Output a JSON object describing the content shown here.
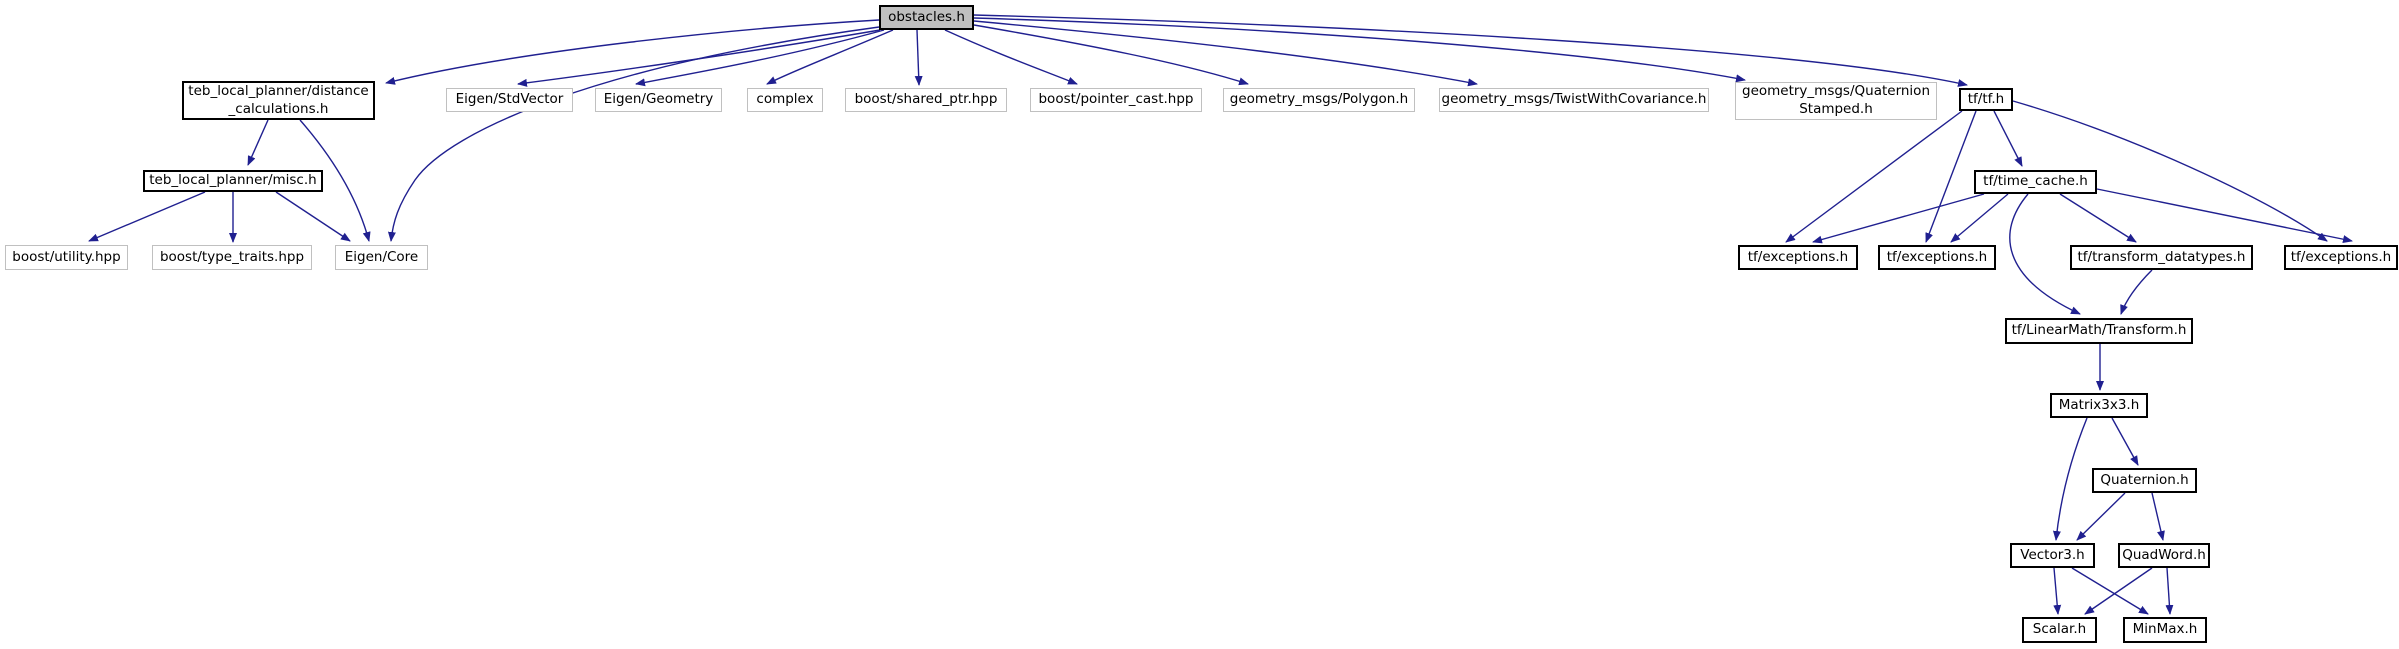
{
  "diagram": {
    "type": "include-dependency-graph",
    "root": "obstacles.h",
    "colors": {
      "edge": "#202090",
      "node_fill": "#ffffff",
      "root_fill": "#bfbfbf",
      "linked_node_border": "#000000",
      "external_node_border": "#c0c0c0",
      "text": "#000000",
      "background": "#ffffff"
    }
  },
  "nodes": {
    "obstacles": {
      "label": "obstacles.h"
    },
    "distance": {
      "label": "teb_local_planner/distance\n_calculations.h"
    },
    "stdvector": {
      "label": "Eigen/StdVector"
    },
    "geometry": {
      "label": "Eigen/Geometry"
    },
    "complex": {
      "label": "complex"
    },
    "sharedptr": {
      "label": "boost/shared_ptr.hpp"
    },
    "pointercast": {
      "label": "boost/pointer_cast.hpp"
    },
    "polygon": {
      "label": "geometry_msgs/Polygon.h"
    },
    "twist": {
      "label": "geometry_msgs/TwistWithCovariance.h"
    },
    "quatstamped": {
      "label": "geometry_msgs/Quaternion\nStamped.h"
    },
    "tf": {
      "label": "tf/tf.h"
    },
    "misc": {
      "label": "teb_local_planner/misc.h"
    },
    "timecache": {
      "label": "tf/time_cache.h"
    },
    "utility": {
      "label": "boost/utility.hpp"
    },
    "typetraits": {
      "label": "boost/type_traits.hpp"
    },
    "eigencore": {
      "label": "Eigen/Core"
    },
    "exceptions1": {
      "label": "tf/exceptions.h"
    },
    "exceptions2": {
      "label": "tf/exceptions.h"
    },
    "datatypes": {
      "label": "tf/transform_datatypes.h"
    },
    "exceptions3": {
      "label": "tf/exceptions.h"
    },
    "transform": {
      "label": "tf/LinearMath/Transform.h"
    },
    "matrix": {
      "label": "Matrix3x3.h"
    },
    "quaternion": {
      "label": "Quaternion.h"
    },
    "vector3": {
      "label": "Vector3.h"
    },
    "quadword": {
      "label": "QuadWord.h"
    },
    "scalar": {
      "label": "Scalar.h"
    },
    "minmax": {
      "label": "MinMax.h"
    }
  },
  "edges": [
    {
      "from": "obstacles",
      "to": "distance"
    },
    {
      "from": "obstacles",
      "to": "eigencore"
    },
    {
      "from": "obstacles",
      "to": "stdvector"
    },
    {
      "from": "obstacles",
      "to": "geometry"
    },
    {
      "from": "obstacles",
      "to": "complex"
    },
    {
      "from": "obstacles",
      "to": "sharedptr"
    },
    {
      "from": "obstacles",
      "to": "pointercast"
    },
    {
      "from": "obstacles",
      "to": "polygon"
    },
    {
      "from": "obstacles",
      "to": "twist"
    },
    {
      "from": "obstacles",
      "to": "quatstamped"
    },
    {
      "from": "obstacles",
      "to": "tf"
    },
    {
      "from": "distance",
      "to": "misc"
    },
    {
      "from": "distance",
      "to": "eigencore"
    },
    {
      "from": "misc",
      "to": "utility"
    },
    {
      "from": "misc",
      "to": "typetraits"
    },
    {
      "from": "misc",
      "to": "eigencore"
    },
    {
      "from": "tf",
      "to": "exceptions1"
    },
    {
      "from": "tf",
      "to": "exceptions2"
    },
    {
      "from": "tf",
      "to": "timecache"
    },
    {
      "from": "tf",
      "to": "exceptions3"
    },
    {
      "from": "timecache",
      "to": "exceptions1"
    },
    {
      "from": "timecache",
      "to": "exceptions2"
    },
    {
      "from": "timecache",
      "to": "datatypes"
    },
    {
      "from": "timecache",
      "to": "exceptions3"
    },
    {
      "from": "timecache",
      "to": "transform"
    },
    {
      "from": "datatypes",
      "to": "transform"
    },
    {
      "from": "transform",
      "to": "matrix"
    },
    {
      "from": "matrix",
      "to": "vector3"
    },
    {
      "from": "matrix",
      "to": "quaternion"
    },
    {
      "from": "quaternion",
      "to": "vector3"
    },
    {
      "from": "quaternion",
      "to": "quadword"
    },
    {
      "from": "vector3",
      "to": "scalar"
    },
    {
      "from": "vector3",
      "to": "minmax"
    },
    {
      "from": "quadword",
      "to": "scalar"
    },
    {
      "from": "quadword",
      "to": "minmax"
    }
  ]
}
